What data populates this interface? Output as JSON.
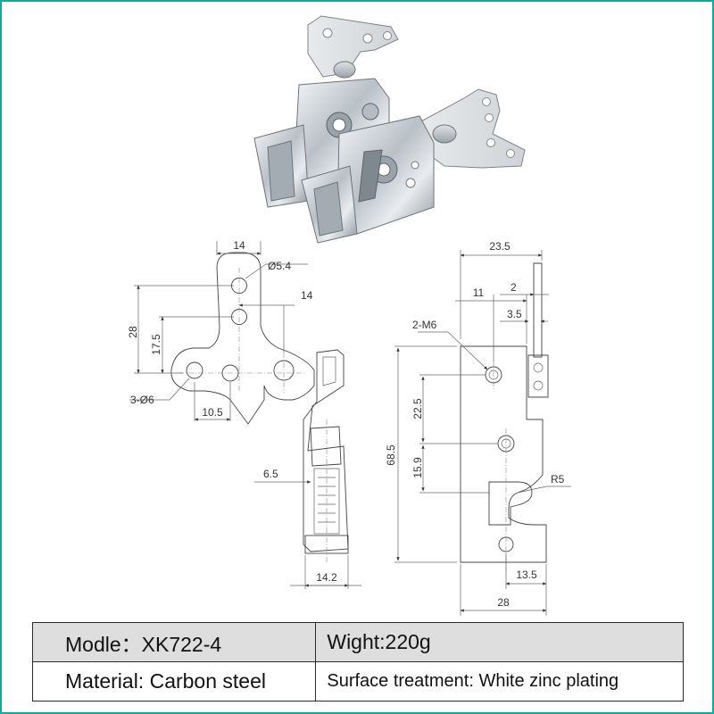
{
  "drawing": {
    "left_view": {
      "dim_top": "14",
      "dim_hole": "Ø5.4",
      "dim_mid": "14",
      "dim_height": "28",
      "dim_inner": "17.5",
      "dim_holes_label": "3-Ø6",
      "dim_bottom": "10.5",
      "dim_small": "6.5",
      "dim_base": "14.2"
    },
    "right_view": {
      "dim_top": "23.5",
      "dim_a": "11",
      "dim_b": "2",
      "dim_c": "3.5",
      "thread_label": "2-M6",
      "dim_total_height": "68.5",
      "dim_upper": "22.5",
      "dim_lower": "15.9",
      "dim_radius": "R5",
      "dim_bottom_inner": "13.5",
      "dim_bottom_total": "28"
    }
  },
  "specs": {
    "model_label": "Modle：",
    "model_value": "XK722-4",
    "weight": "Wight:220g",
    "material": "Material: Carbon steel",
    "surface": "Surface treatment: White zinc plating"
  }
}
